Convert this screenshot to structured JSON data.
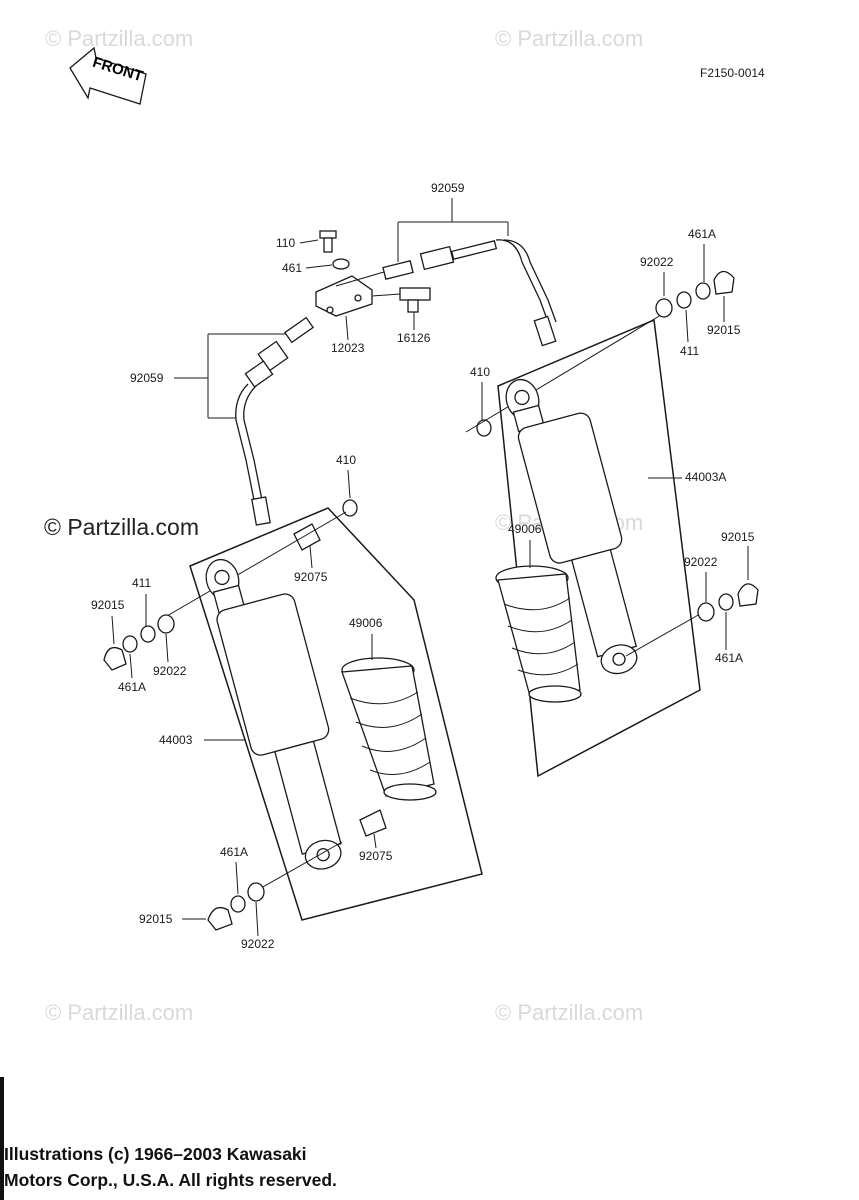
{
  "drawing_code": "F2150-0014",
  "front_marker": "FRONT",
  "watermarks": {
    "small": "© Partzilla.com",
    "large": "© Partzilla.com"
  },
  "copyright": {
    "line1": "Illustrations (c) 1966–2003 Kawasaki",
    "line2": "Motors Corp., U.S.A.  All rights reserved."
  },
  "callouts": {
    "top_hose": "92059",
    "bolt": "110",
    "washer_461": "461",
    "block": "12023",
    "valve": "16126",
    "left_hose": "92059",
    "right_washer_410": "410",
    "right_collar_92022_top": "92022",
    "right_washer_461a_top": "461A",
    "right_nut_92015_top": "92015",
    "right_washer_411": "411",
    "right_shock": "44003A",
    "right_spring": "49006",
    "right_nut_92015_bottom": "92015",
    "right_collar_92022_bottom": "92022",
    "right_washer_461a_bottom": "461A",
    "left_washer_410": "410",
    "left_bushing_top": "92075",
    "left_washer_411": "411",
    "left_nut_92015_top": "92015",
    "left_collar_92022_top": "92022",
    "left_washer_461a_top": "461A",
    "left_spring": "49006",
    "left_shock": "44003",
    "left_bushing_bottom": "92075",
    "left_washer_461a_bottom": "461A",
    "left_nut_92015_bottom": "92015",
    "left_collar_92022_bottom": "92022"
  }
}
